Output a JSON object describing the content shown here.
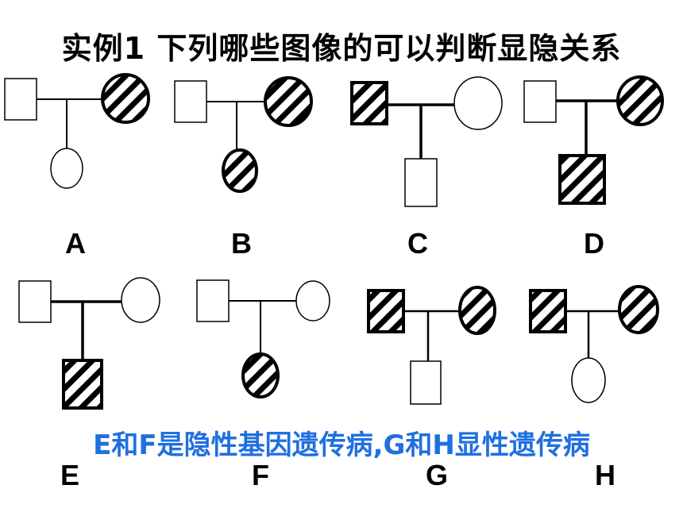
{
  "title": "实例1  下列哪些图像的可以判断显隐关系",
  "note": "E和F是隐性基因遗传病,G和H显性遗传病",
  "colors": {
    "text": "#000000",
    "note": "#1f6fe0",
    "stroke": "#000000",
    "fill": "#ffffff"
  },
  "pedigrees": [
    {
      "label": "A",
      "father": "unaffected",
      "mother": "affected",
      "child": {
        "sex": "female",
        "status": "unaffected"
      }
    },
    {
      "label": "B",
      "father": "unaffected",
      "mother": "affected",
      "child": {
        "sex": "female",
        "status": "affected"
      }
    },
    {
      "label": "C",
      "father": "affected",
      "mother": "unaffected",
      "child": {
        "sex": "male",
        "status": "unaffected"
      }
    },
    {
      "label": "D",
      "father": "unaffected",
      "mother": "affected",
      "child": {
        "sex": "male",
        "status": "affected"
      }
    },
    {
      "label": "E",
      "father": "unaffected",
      "mother": "unaffected",
      "child": {
        "sex": "male",
        "status": "affected"
      }
    },
    {
      "label": "F",
      "father": "unaffected",
      "mother": "unaffected",
      "child": {
        "sex": "female",
        "status": "affected"
      }
    },
    {
      "label": "G",
      "father": "affected",
      "mother": "affected",
      "child": {
        "sex": "male",
        "status": "unaffected"
      }
    },
    {
      "label": "H",
      "father": "affected",
      "mother": "affected",
      "child": {
        "sex": "female",
        "status": "unaffected"
      }
    }
  ]
}
